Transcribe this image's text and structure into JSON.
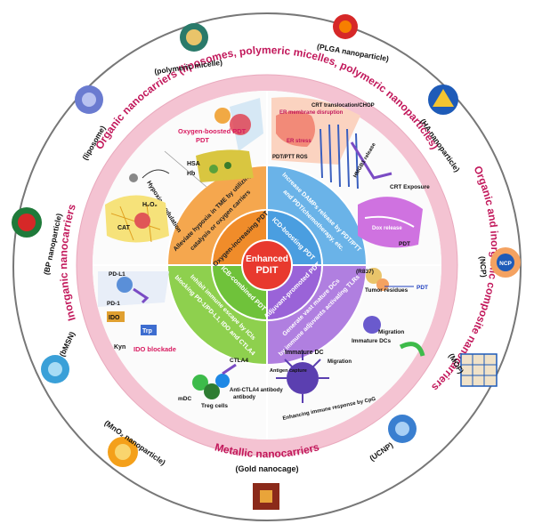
{
  "center": {
    "line1": "Enhanced",
    "line2": "PDIT"
  },
  "inner_ring": {
    "top_left": "Oxygen-increasing PDT",
    "top_right": "ICD-boosting PDT",
    "bottom_left": "ICB-combined PDT",
    "bottom_right": "Adjuvant-promoted PDT"
  },
  "quadrant_text": {
    "top_left": [
      "Alleviate hypoxia in TME by utilizing",
      "catalysis or oxygen carriers"
    ],
    "top_right": [
      "Increase DAMPs release by PDT/PTT",
      "and PDT/chemotherapy, etc."
    ],
    "bottom_left": [
      "Inhibit immune escape by ICIs",
      "blocking PD-1/PD-L1, IDO and CTLA4"
    ],
    "bottom_right": [
      "Generate vast mature DCs",
      "by immune adjuvants activating TLRs"
    ]
  },
  "pink_ring": {
    "top": "Organic nanocarriers (liposomes, polymeric micelles,  polymeric nanoparticles)",
    "left": "Inorganic nanocarriers",
    "bottom": "Metallic nanocarriers",
    "right": "Organic and inorganic composite nanocarriers"
  },
  "outer_labels": {
    "polymeric_micelle": "(polymeric micelle)",
    "plga": "(PLGA nanoparticle)",
    "ha": "(HA nanoparticle)",
    "liposome": "(liposome)",
    "ncp": "(NCP)",
    "bp": "(BP nanoparticle)",
    "mof": "(MOF)",
    "bmsn": "(bMSN)",
    "ucnp": "(UCNP)",
    "mno2": "(MnO₂ nanoparticle)",
    "gold": "(Gold nanocage)"
  },
  "illustrations": {
    "oxygen_boosted": "Oxygen-boosted PDT",
    "hsa": "HSA",
    "hb": "Hb",
    "hypoxia": "Hypoxia modulation",
    "cat": "CAT",
    "h2o2": "H₂O₂",
    "er_membrane": "ER membrane disruption",
    "crt_translocation": "CRT translocation/CHOP",
    "er_stress": "ER stress",
    "pdt_ptt_ros": "PDT/PTT ROS",
    "hmgb1": "HMGB1 release",
    "crt_exposure": "CRT Exposure",
    "dox_release": "Dox release",
    "pdt": "PDT",
    "r837": "(R837)",
    "tumor_residues": "Tumor residues",
    "pdt2": "PDT",
    "migration": "Migration",
    "immature_dcs": "Immature DCs",
    "immature_dc": "Immature DC",
    "migration2": "Migration",
    "antigen_capture": "Antigen capture",
    "cpg": "Enhancing immune response by CpG",
    "pdl1": "PD-L1",
    "pd1": "PD-1",
    "ido": "IDO",
    "trp": "Trp",
    "kyn": "Kyn",
    "ido_blockade": "IDO blockade",
    "ctla4": "CTLA4",
    "mdc": "mDC",
    "treg": "Treg cells",
    "anti_ctla4": "Anti-CTLA4 antibody",
    "ncp_badge": "NCP"
  },
  "colors": {
    "orange": "#f5a74e",
    "blue": "#6ab3e8",
    "green": "#8ed04e",
    "purple": "#b07fe0",
    "pink": "#f5c6d3",
    "center_red": "#e8392e"
  }
}
